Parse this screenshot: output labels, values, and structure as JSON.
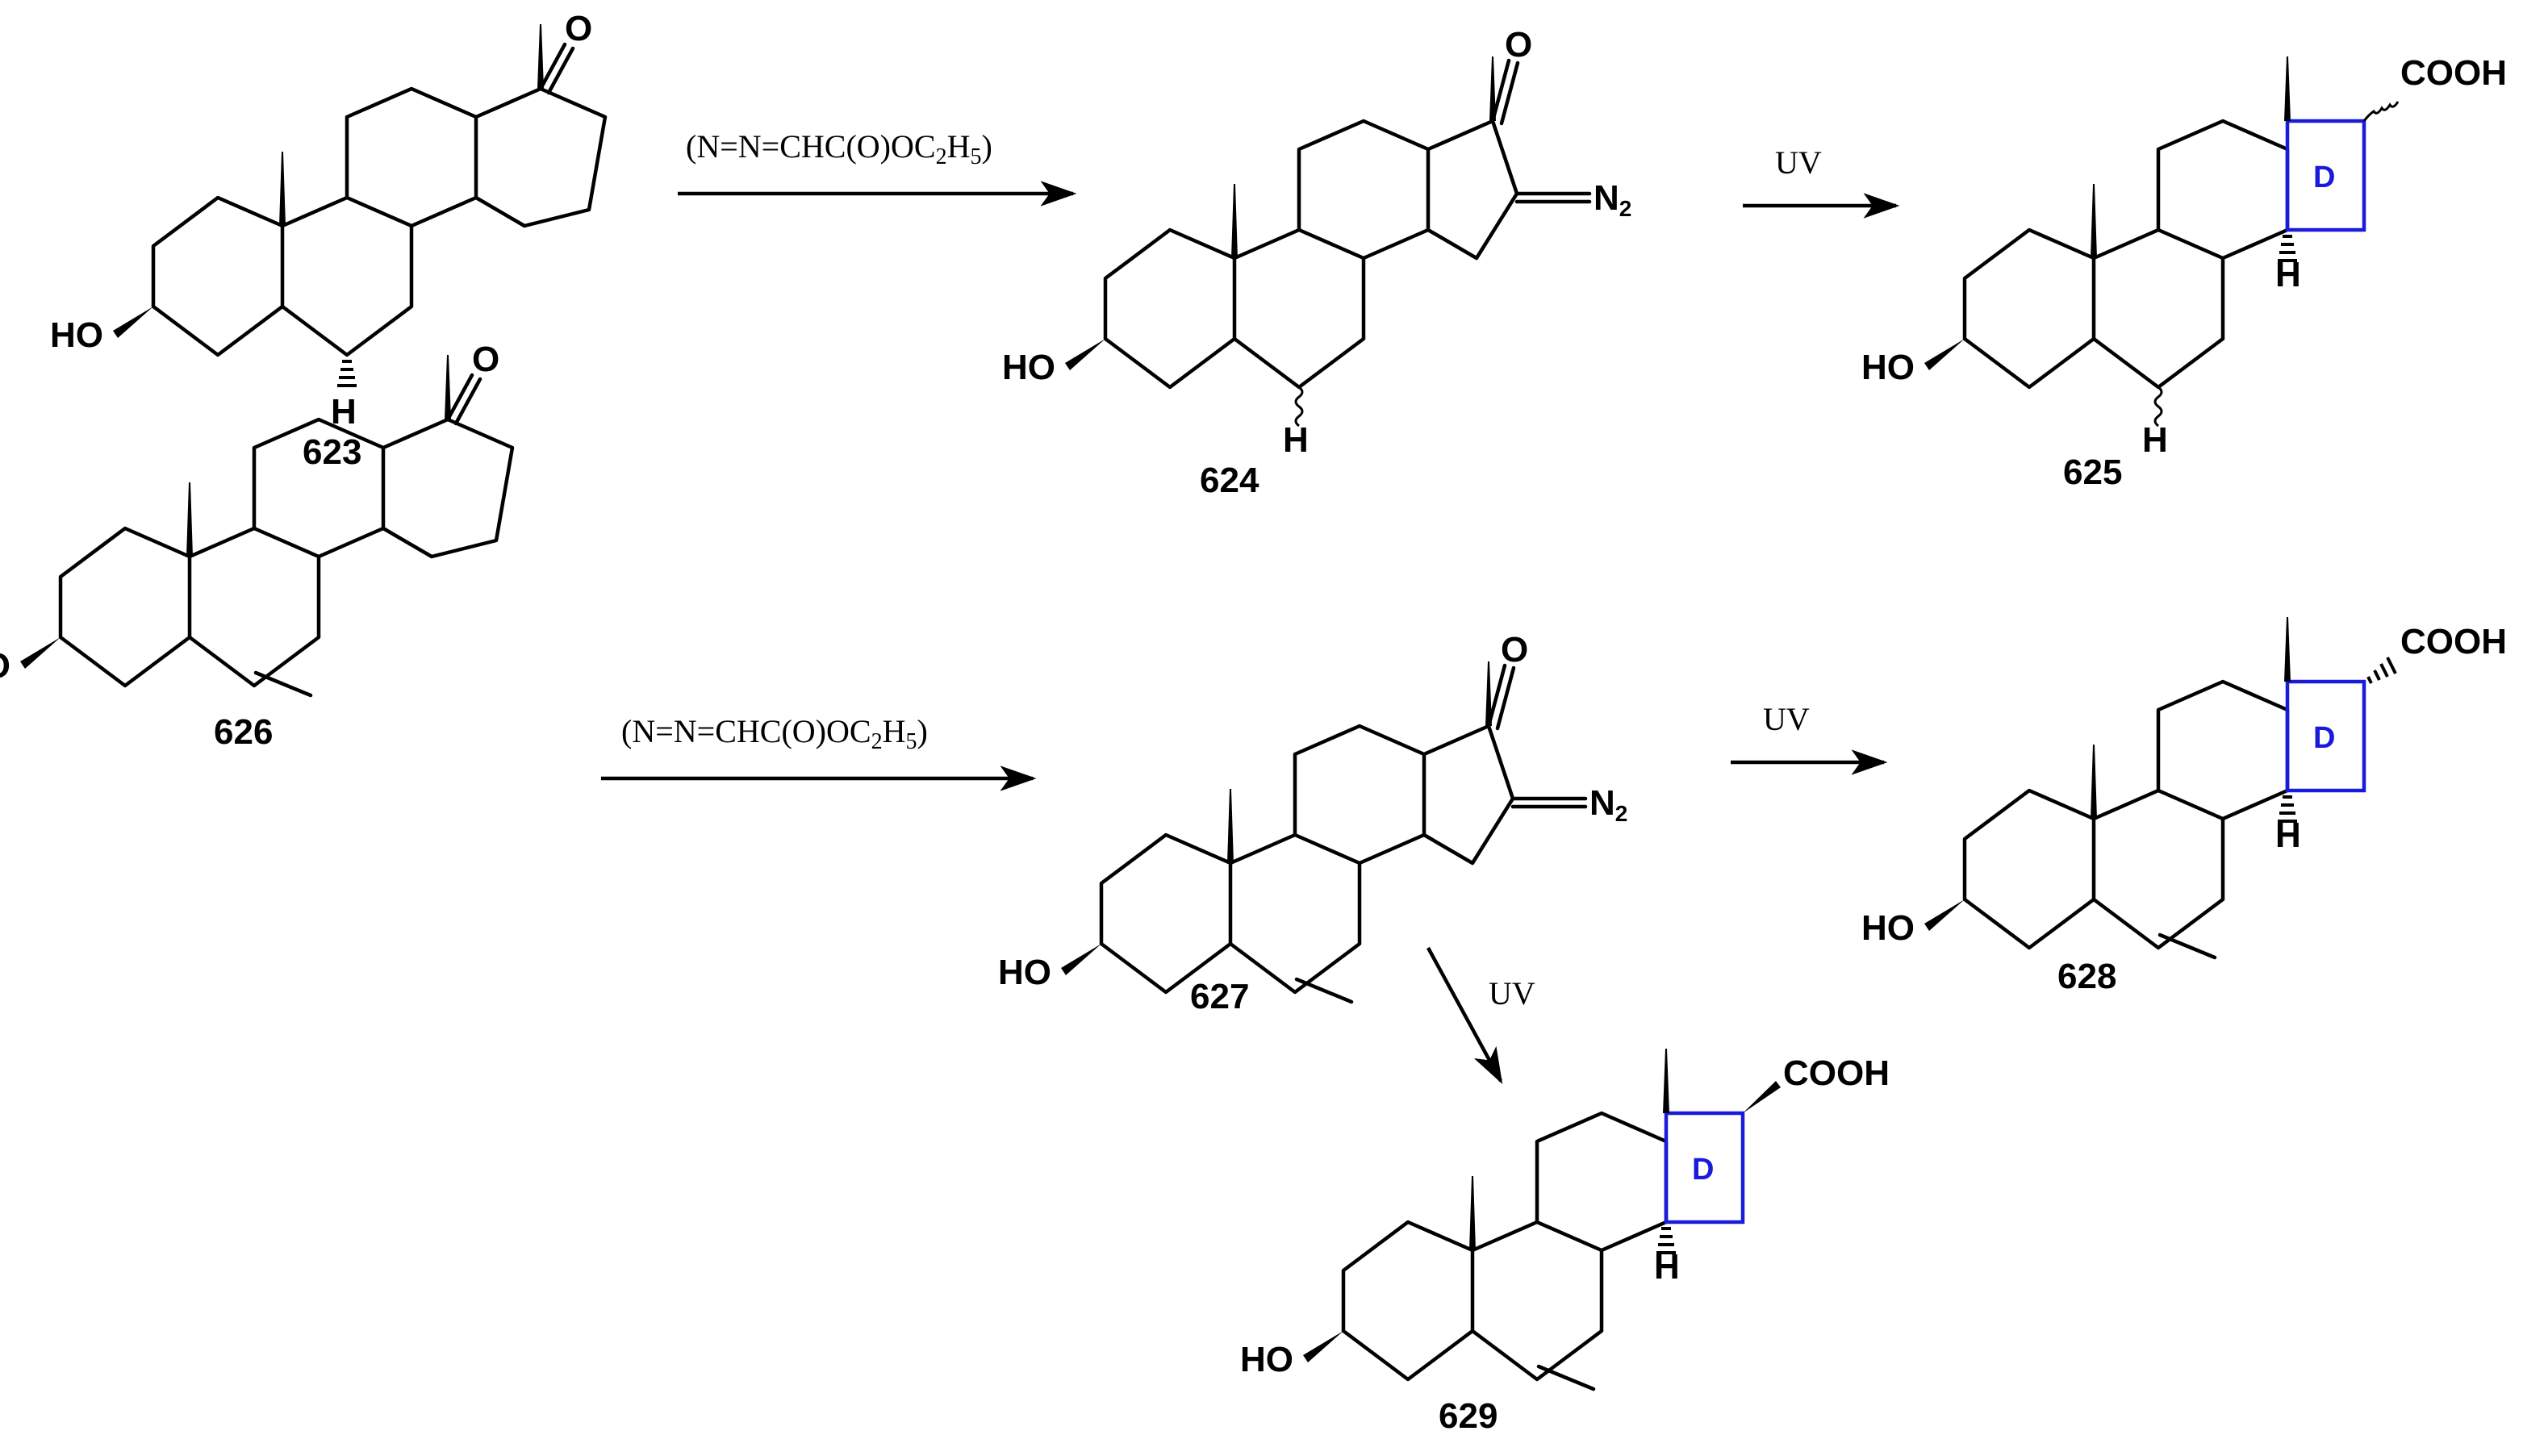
{
  "reagent": {
    "main": "(N=N=CHC(O)OC",
    "sub1": "2",
    "mid": "H",
    "sub2": "5",
    "end": ")"
  },
  "conditions": {
    "uv": "UV"
  },
  "atoms": {
    "ho": "HO",
    "h": "H",
    "o": "O",
    "n2_main": "N",
    "n2_sub": "2",
    "cooh": "COOH",
    "ring_d": "D"
  },
  "compounds": [
    "623",
    "624",
    "625",
    "626",
    "627",
    "628",
    "629"
  ]
}
